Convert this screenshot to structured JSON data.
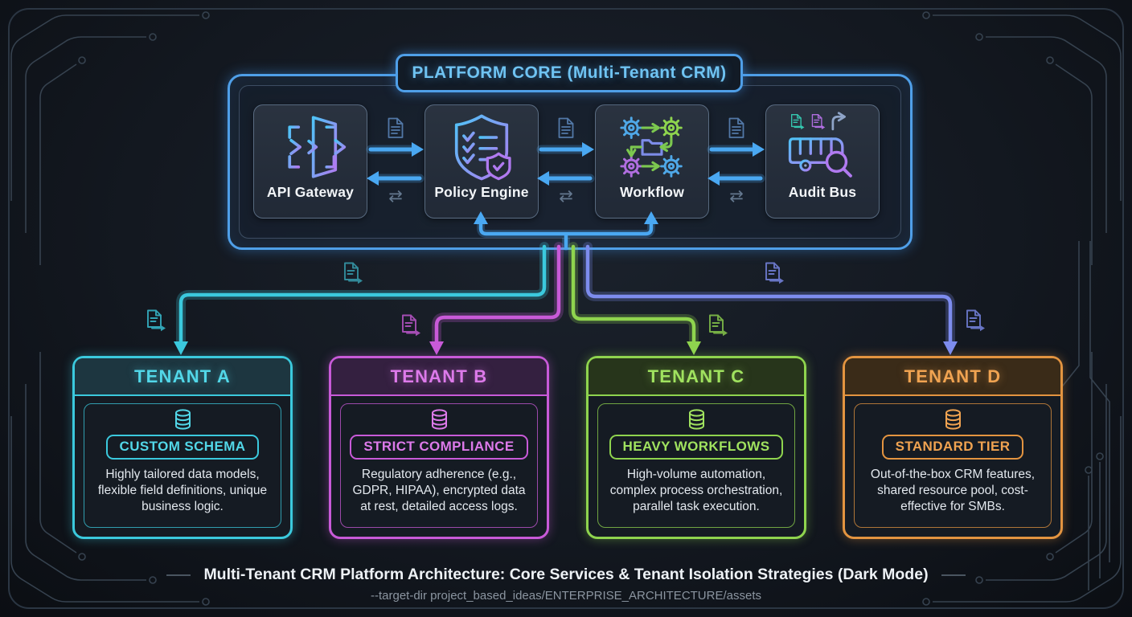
{
  "core": {
    "title": "PLATFORM CORE (Multi-Tenant CRM)",
    "accent_color": "#4f9fe8",
    "services": [
      {
        "label": "API Gateway",
        "icon": "api-gateway-icon"
      },
      {
        "label": "Policy Engine",
        "icon": "policy-shield-icon"
      },
      {
        "label": "Workflow",
        "icon": "workflow-gears-icon"
      },
      {
        "label": "Audit Bus",
        "icon": "audit-bus-icon"
      }
    ]
  },
  "icons": {
    "swap_arrows": "⇄",
    "doc": "document-icon",
    "doc_export": "document-export-icon",
    "database": "database-cylinder-icon"
  },
  "connections": {
    "branch_colors": {
      "tenant_a": "#3bc9dd",
      "tenant_b": "#c85ad8",
      "tenant_c": "#8fd44e",
      "tenant_d": "#7d8cee"
    },
    "core_arrow_color": "#4aa8f2"
  },
  "tenants": [
    {
      "name": "TENANT A",
      "badge": "CUSTOM SCHEMA",
      "description": "Highly tailored data models, flexible field definitions, unique business logic.",
      "accent_color": "#3bc9dd"
    },
    {
      "name": "TENANT B",
      "badge": "STRICT COMPLIANCE",
      "description": "Regulatory adherence (e.g., GDPR, HIPAA), encrypted data at rest, detailed access logs.",
      "accent_color": "#c85ad8"
    },
    {
      "name": "TENANT C",
      "badge": "HEAVY WORKFLOWS",
      "description": "High-volume automation, complex process orchestration, parallel task execution.",
      "accent_color": "#8fd44e"
    },
    {
      "name": "TENANT D",
      "badge": "STANDARD TIER",
      "description": "Out-of-the-box CRM features, shared resource pool, cost-effective for SMBs.",
      "accent_color": "#e39440"
    }
  ],
  "footer": {
    "title": "Multi-Tenant CRM Platform Architecture: Core Services & Tenant Isolation Strategies (Dark Mode)",
    "subtitle": "--target-dir project_based_ideas/ENTERPRISE_ARCHITECTURE/assets"
  }
}
